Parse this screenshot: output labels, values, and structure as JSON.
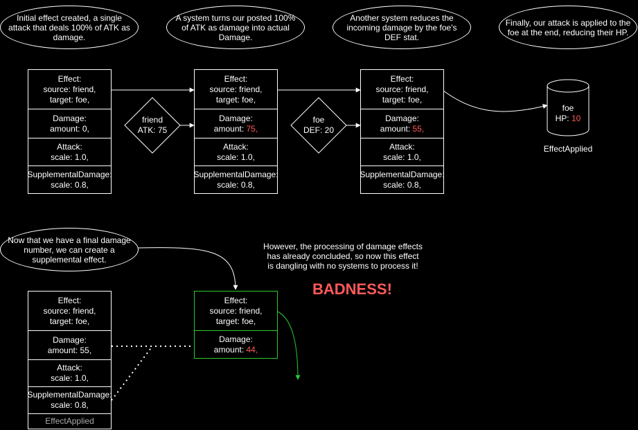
{
  "notes": {
    "n1": "Initial effect created, a single attack that deals 100% of ATK as damage.",
    "n2": "A system turns our posted 100% of ATK as damage into actual Damage.",
    "n3": "Another system reduces the incoming damage by the foe's DEF stat.",
    "n4": "Finally, our attack is applied to the foe at the end, reducing their HP.",
    "n5": "Now that we have a final damage number, we can create a supplemental effect.",
    "warning_l1": "However, the processing of damage effects",
    "warning_l2": "has already concluded, so now this effect",
    "warning_l3": "is dangling with no systems to process it!",
    "badness": "BADNESS!"
  },
  "common": {
    "effect_title": "Effect:",
    "source": "source: friend,",
    "target": "target: foe,",
    "damage_title": "Damage:",
    "amount_prefix": "amount: ",
    "attack_title": "Attack:",
    "scale_attack": "scale: 1.0,",
    "supp_title": "SupplementalDamage:",
    "scale_supp": "scale: 0.8,",
    "comma": ","
  },
  "entities": {
    "e1": {
      "amount": "0"
    },
    "e2": {
      "amount": "75"
    },
    "e3": {
      "amount": "55"
    },
    "e4": {
      "amount": "55",
      "tag": "EffectApplied"
    },
    "e5": {
      "amount": "44"
    }
  },
  "friend": {
    "name": "friend",
    "stat": "ATK: 75"
  },
  "foe_def": {
    "name": "foe",
    "stat": "DEF: 20"
  },
  "foe_hp": {
    "name": "foe",
    "hp_prefix": "HP: ",
    "hp_value": "10",
    "caption": "EffectApplied"
  },
  "colors": {
    "highlight": "#ff5959",
    "green": "#2ecc2e",
    "line": "#ffffff"
  }
}
